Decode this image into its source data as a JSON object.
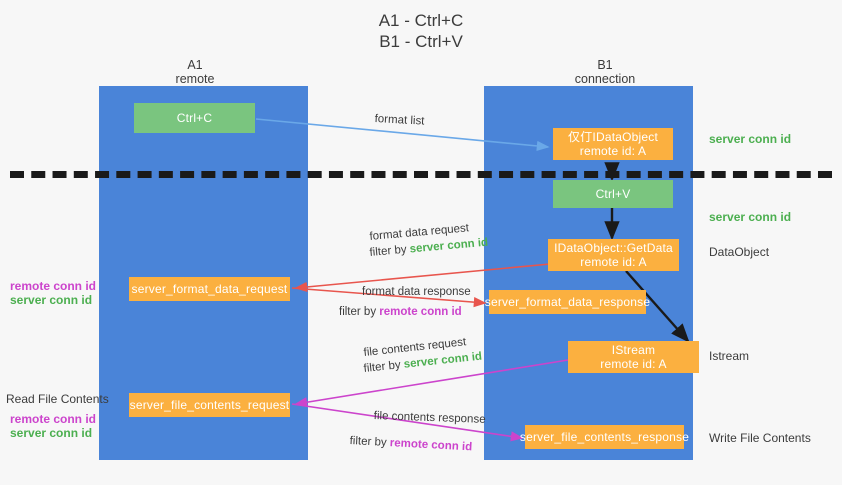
{
  "title": "A1 - Ctrl+C\nB1 - Ctrl+V",
  "columns": {
    "left": "A1\nremote",
    "right": "B1\nconnection"
  },
  "colors": {
    "lane": "#4a84d8",
    "orange": "#fbb040",
    "green": "#7ac57f",
    "server_conn": "#4caf50",
    "remote_conn": "#cc44cc",
    "arrow_blue": "#6aa8e8",
    "arrow_red": "#e8554d",
    "arrow_magenta": "#cc44cc",
    "arrow_black": "#1a1a1a",
    "divider": "#1a1a1a",
    "background": "#f7f7f7"
  },
  "nodes": {
    "ctrl_c": "Ctrl+C",
    "ctrl_v": "Ctrl+V",
    "idataobject": "仅仃IDataObject\nremote id: A",
    "getdata": "IDataObject::GetData\nremote id: A",
    "istream": "IStream\nremote id: A",
    "server_format_data_request": "server_format_data_request",
    "server_format_data_response": "server_format_data_response",
    "server_file_contents_request": "server_file_contents_request",
    "server_file_contents_response": "server_file_contents_response"
  },
  "edges": {
    "format_list": "format list",
    "format_data_request": "format data request",
    "format_data_response": "format data response",
    "file_contents_request": "file contents request",
    "file_contents_response": "file contents response",
    "filter_by": "filter by ",
    "server_conn_id": "server conn id",
    "remote_conn_id": "remote conn id"
  },
  "right_labels": {
    "server_conn_id_top": "server conn id",
    "server_conn_id_mid": "server conn id",
    "dataobject": "DataObject",
    "istream": "Istream",
    "write_file_contents": "Write File Contents"
  },
  "left_labels": {
    "remote_conn_id_1": "remote conn id",
    "server_conn_id_1": "server conn id",
    "read_file_contents": "Read File Contents",
    "remote_conn_id_2": "remote conn id",
    "server_conn_id_2": "server conn id"
  }
}
